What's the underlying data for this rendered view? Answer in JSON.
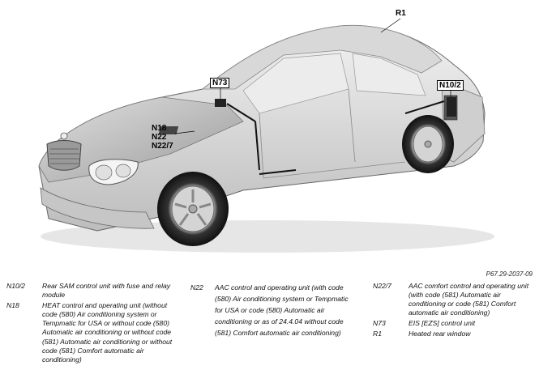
{
  "callouts": {
    "r1": "R1",
    "n73": "N73",
    "n18_group": "N18\nN22\nN22/7",
    "n10_2": "N10/2"
  },
  "reference_code": "P67.29-2037-09",
  "legend": {
    "col1": [
      {
        "code": "N10/2",
        "text": "Rear SAM control unit with fuse and relay module"
      },
      {
        "code": "N18",
        "text": "HEAT control and operating unit (without code (580) Air conditioning system or Tempmatic for USA or without code (580) Automatic air conditioning or without code (581) Automatic air conditioning or without code (581) Comfort automatic air conditioning)"
      }
    ],
    "col2": [
      {
        "code": "N22",
        "text": "AAC control and operating unit (with code (580) Air conditioning system or Tempmatic for USA or code (580) Automatic air conditioning or as of 24.4.04 without code (581) Comfort automatic air conditioning)"
      }
    ],
    "col3": [
      {
        "code": "N22/7",
        "text": "AAC comfort control and operating unit (with code (581) Automatic air conditioning or code (581) Comfort automatic air conditioning)"
      },
      {
        "code": "N73",
        "text": "EIS [EZS] control unit"
      },
      {
        "code": "R1",
        "text": "Heated rear window"
      }
    ]
  }
}
